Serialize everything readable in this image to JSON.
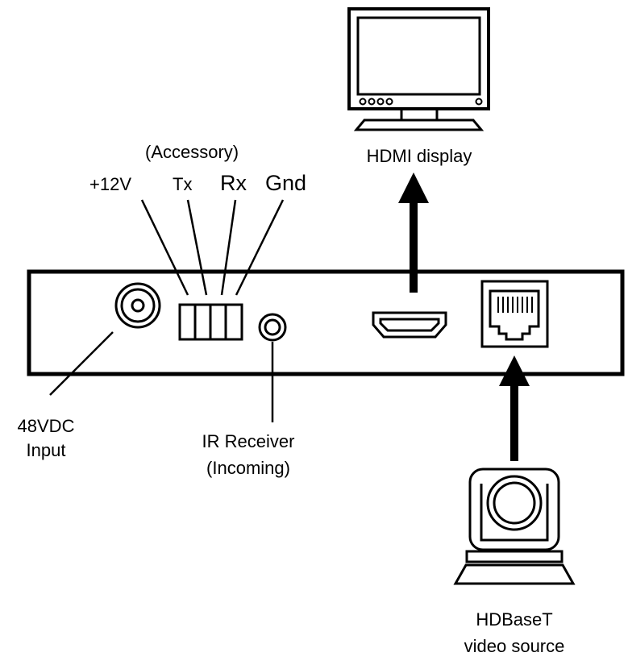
{
  "labels": {
    "hdmi_display": "HDMI display",
    "accessory": "(Accessory)",
    "pin_12v": "+12V",
    "pin_tx": "Tx",
    "pin_rx": "Rx",
    "pin_gnd": "Gnd",
    "dc_input_line1": "48VDC",
    "dc_input_line2": "Input",
    "ir_line1": "IR Receiver",
    "ir_line2": "(Incoming)",
    "source_line1": "HDBaseT",
    "source_line2": "video source"
  },
  "colors": {
    "stroke": "#000000",
    "background": "#ffffff"
  }
}
